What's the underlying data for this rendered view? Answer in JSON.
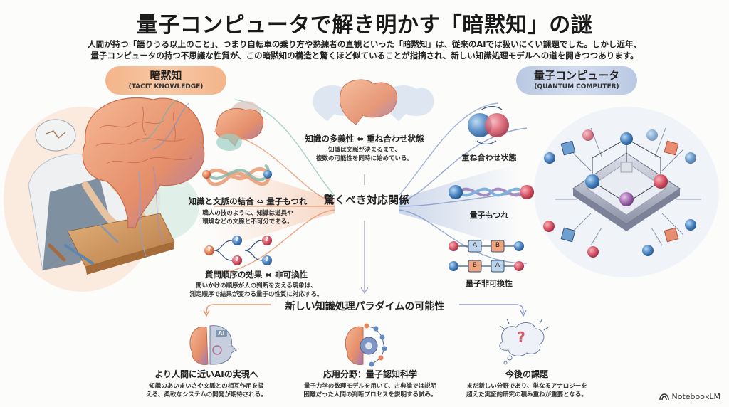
{
  "header": {
    "title": "量子コンピュータで解き明かす「暗黙知」の謎",
    "intro_line1": "人間が持つ「語りうる以上のこと」、つまり自転車の乗り方や熟練者の直観といった「暗黙知」は、従来のAIでは扱いにくい課題でした。しかし近年、",
    "intro_line2": "量子コンピュータの持つ不思議な性質が、この暗黙知の構造と驚くほど似ていることが指摘され、新しい知識処理モデルへの道を開きつつあります。"
  },
  "left_pill": {
    "jp": "暗黙知",
    "en": "(TACIT KNOWLEDGE)"
  },
  "right_pill": {
    "jp": "量子コンピュータ",
    "en": "(QUANTUM COMPUTER)"
  },
  "center_label": "驚くべき対応関係",
  "correspondences": [
    {
      "heading": "知識の多義性 ⇔ 重ね合わせ状態",
      "line1": "知識は文脈が決まるまで、",
      "line2": "複数の可能性を同時に始めている。"
    },
    {
      "heading": "知識と文脈の結合 ⇔ 量子もつれ",
      "line1": "職人の技のように、知識は道具や",
      "line2": "環境などの文脈と不可分である。"
    },
    {
      "heading": "質問順序の効果 ⇔ 非可換性",
      "line1": "問いかけの順序が人の判断を支える現象は、",
      "line2": "測定順序で結果が変わる量子の性質に対応する。"
    }
  ],
  "quantum_labels": {
    "superposition": "重ね合わせ状態",
    "entanglement": "量子もつれ",
    "noncommutativity": "量子非可換性",
    "gate_a": "A",
    "gate_b": "B"
  },
  "question_mark": "?",
  "paradigm": {
    "title": "新しい知識処理パラダイムの可能性",
    "items": [
      {
        "heading": "より人間に近いAIの実現へ",
        "line1": "知識のあいまいさや文脈との相互作用を扱",
        "line2": "える、柔軟なシステムの開発が期待される。",
        "icon_text": "AI"
      },
      {
        "heading": "応用分野：量子認知科学",
        "line1": "量子力学の数理モデルを用いて、古典論では説明",
        "line2": "困難だった人間の判断プロセスを説明する試み。"
      },
      {
        "heading": "今後の課題",
        "line1": "まだ新しい分野であり、単なるアナロジーを",
        "line2": "超えた実証的研究の積み重ねが重要となる。"
      }
    ]
  },
  "brand": "NotebookLM",
  "colors": {
    "warm": "#e8946a",
    "cool": "#7f95c6",
    "red_orb": "#d9586a",
    "blue_orb": "#4f87c4",
    "purple_orb": "#a56fb0"
  }
}
